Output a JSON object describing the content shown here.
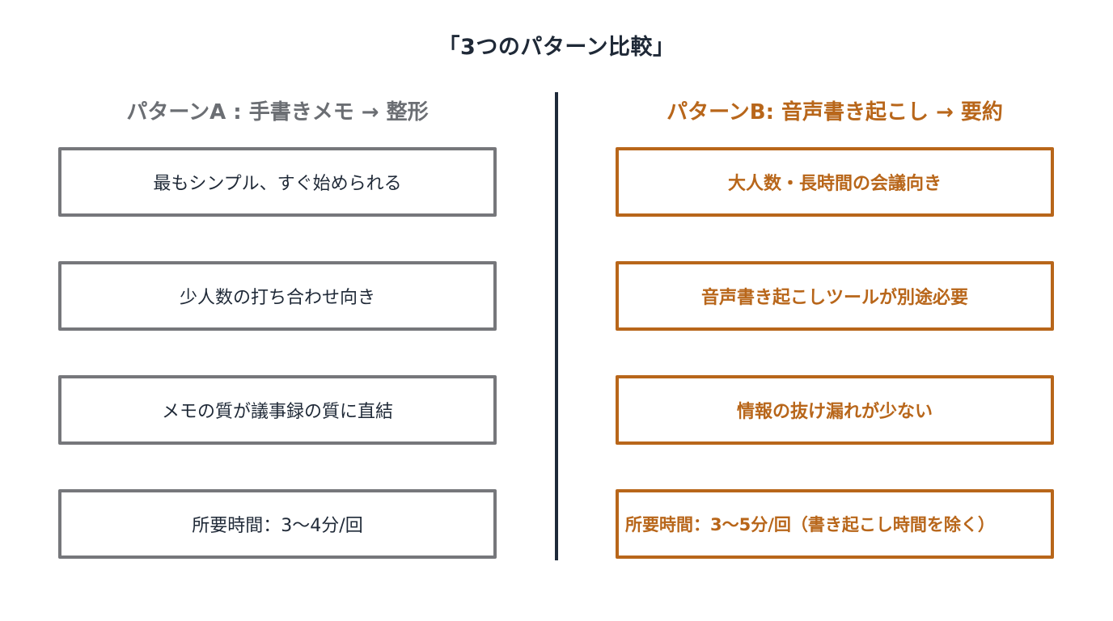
{
  "title": "「3つのパターン比較」",
  "colors": {
    "title": "#1f2937",
    "pattern_a": "#76777b",
    "pattern_a_text": "#1f2937",
    "pattern_b": "#b8661a",
    "divider": "#1e2a3a",
    "background": "#ffffff"
  },
  "pattern_a": {
    "heading": "パターンA : 手書きメモ → 整形",
    "items": [
      "最もシンプル、すぐ始められる",
      "少人数の打ち合わせ向き",
      "メモの質が議事録の質に直結",
      "所要時間：3〜4分/回"
    ]
  },
  "pattern_b": {
    "heading": "パターンB: 音声書き起こし → 要約",
    "items": [
      "大人数・長時間の会議向き",
      "音声書き起こしツールが別途必要",
      "情報の抜け漏れが少ない",
      "所要時間：3〜5分/回（書き起こし時間を除く）"
    ]
  }
}
